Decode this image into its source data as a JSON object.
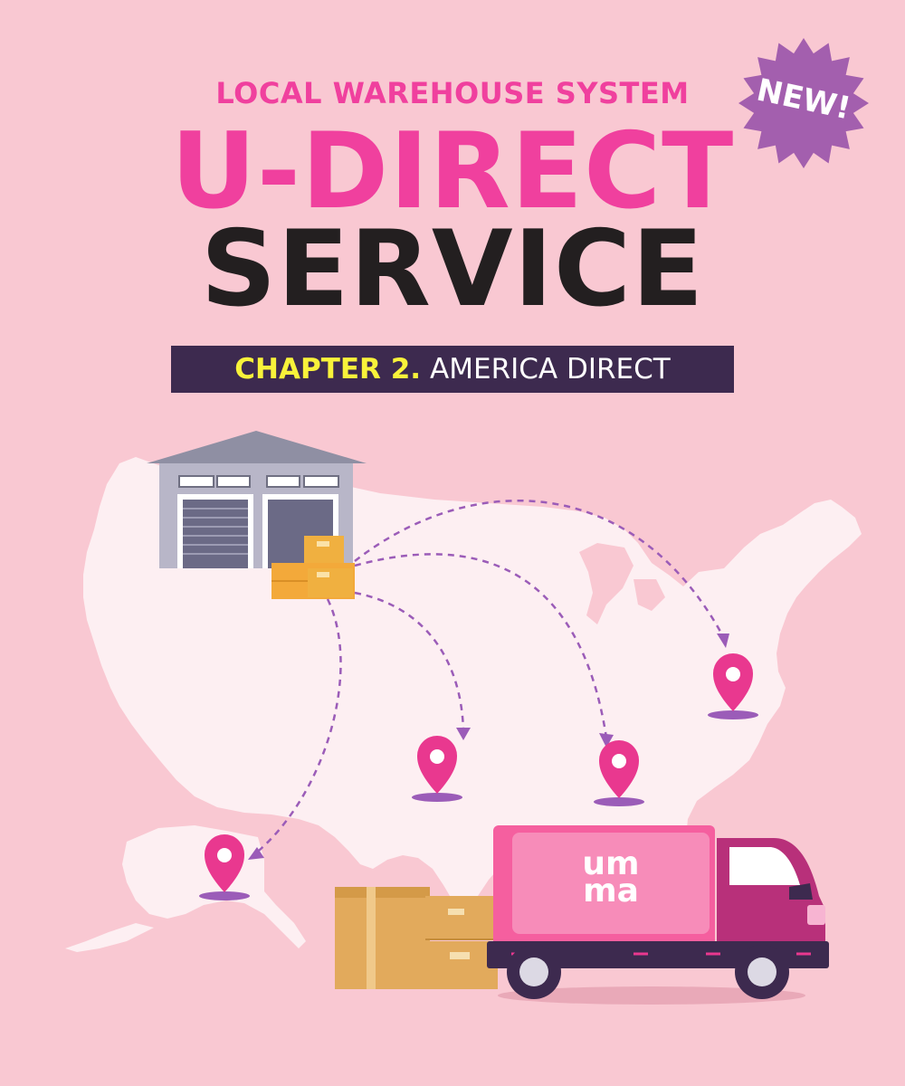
{
  "colors": {
    "background": "#f9c8d2",
    "pink_accent": "#f0409e",
    "dark_text": "#231f20",
    "bar": "#3d2a4f",
    "chapter_yellow": "#f8f23a",
    "badge": "#a35fae",
    "map": "#fdeff2",
    "route": "#9b5cb8"
  },
  "header": {
    "kicker": "LOCAL WAREHOUSE SYSTEM",
    "title_line1": "U-DIRECT",
    "title_line2": "SERVICE"
  },
  "badge": {
    "text": "NEW!"
  },
  "chapter": {
    "number": "CHAPTER 2.",
    "name": "AMERICA DIRECT"
  },
  "truck": {
    "logo_line1": "um",
    "logo_line2": "ma"
  },
  "icons": [
    "warehouse-icon",
    "map-pin-icon",
    "delivery-truck-icon",
    "box-icon",
    "starburst-badge-icon"
  ]
}
